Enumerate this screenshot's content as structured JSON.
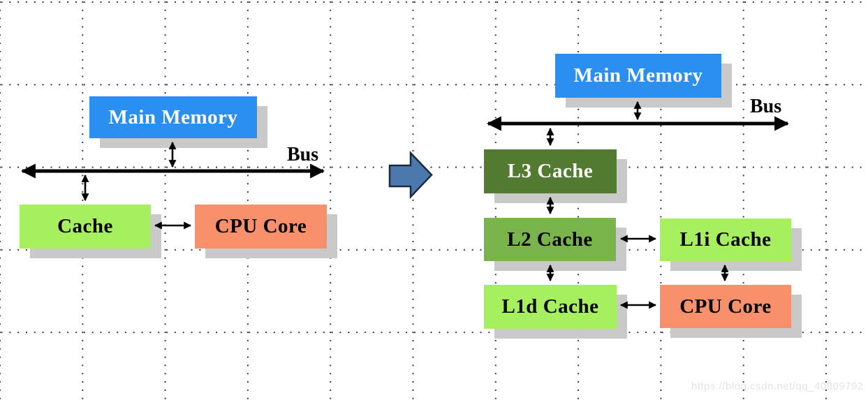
{
  "left_diagram": {
    "bus_label": "Bus",
    "nodes": {
      "main_memory": "Main Memory",
      "cache": "Cache",
      "cpu_core": "CPU Core"
    }
  },
  "right_diagram": {
    "bus_label": "Bus",
    "nodes": {
      "main_memory": "Main Memory",
      "l3": "L3 Cache",
      "l2": "L2 Cache",
      "l1i": "L1i Cache",
      "l1d": "L1d Cache",
      "cpu_core": "CPU Core"
    }
  },
  "watermark": "https://blog.csdn.net/qq_40809792",
  "colors": {
    "main_memory_blue": "#2b8ff2",
    "light_green": "#a6f05f",
    "salmon": "#f8906c",
    "l3_dark_green": "#527b31",
    "l2_mid_green": "#79b34c",
    "shadow_gray": "#c9c9c9",
    "transform_arrow_fill": "#4b79ae",
    "transform_arrow_stroke": "#1b2a44",
    "line_black": "#000000"
  }
}
